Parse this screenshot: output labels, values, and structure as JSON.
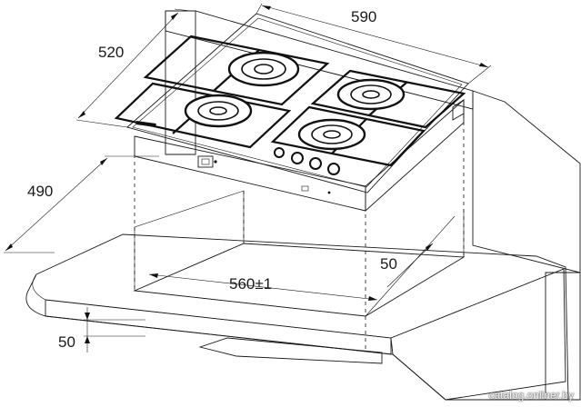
{
  "diagram": {
    "dimensions": {
      "width_top": "590",
      "depth_top": "520",
      "depth_cutout": "490",
      "width_cutout": "560",
      "width_cutout_tolerance": "±1",
      "edge_gap_right": "50",
      "edge_gap_front": "50"
    },
    "watermark": "catalog.onliner.by"
  }
}
